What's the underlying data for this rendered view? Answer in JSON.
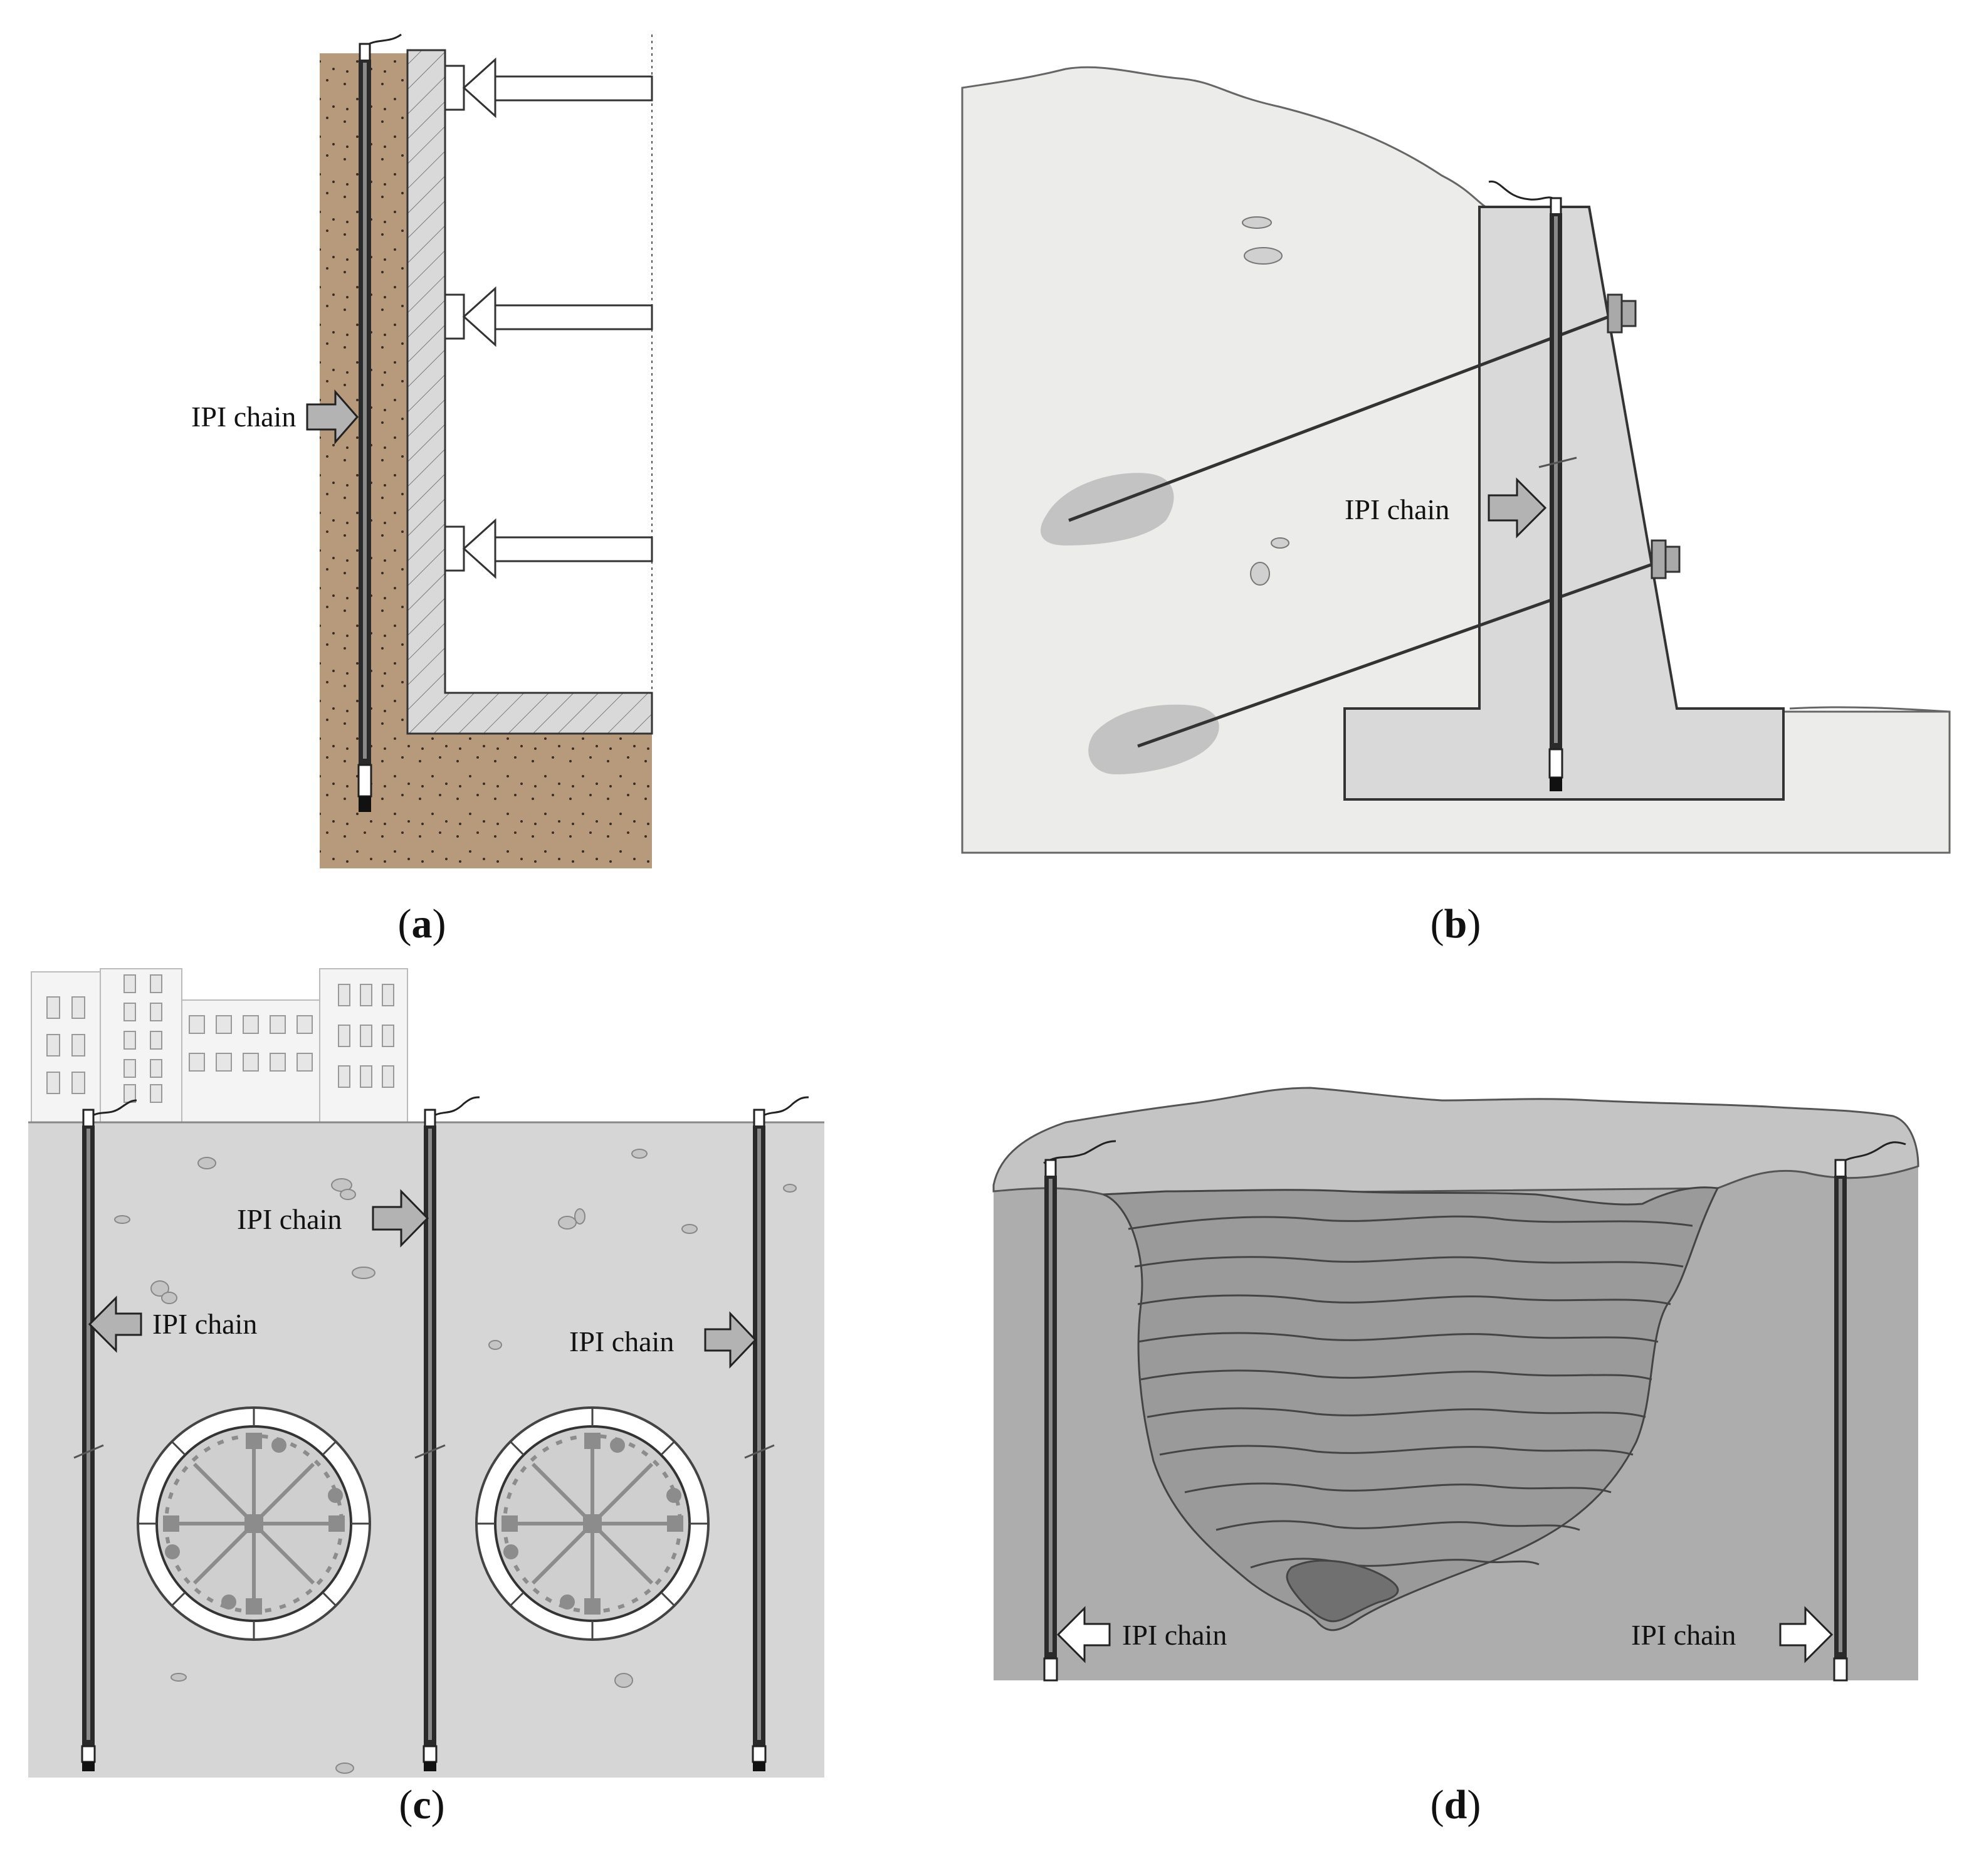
{
  "panels": {
    "a": {
      "caption_open": "(",
      "caption_letter": "a",
      "caption_close": ")",
      "labels": [
        "IPI chain"
      ]
    },
    "b": {
      "caption_open": "(",
      "caption_letter": "b",
      "caption_close": ")",
      "labels": [
        "IPI chain"
      ]
    },
    "c": {
      "caption_open": "(",
      "caption_letter": "c",
      "caption_close": ")",
      "labels": [
        "IPI chain",
        "IPI chain",
        "IPI chain"
      ]
    },
    "d": {
      "caption_open": "(",
      "caption_letter": "d",
      "caption_close": ")",
      "labels": [
        "IPI chain",
        "IPI chain"
      ]
    }
  },
  "colors": {
    "soil_brown": "#b79a7b",
    "concrete": "#d9d9d9",
    "ground_light": "#ececea",
    "ground_grey": "#d6d6d6",
    "pit_ground": "#adadad",
    "arrow_fill": "#b3b3b3",
    "chain_dark": "#2a2a2a"
  }
}
